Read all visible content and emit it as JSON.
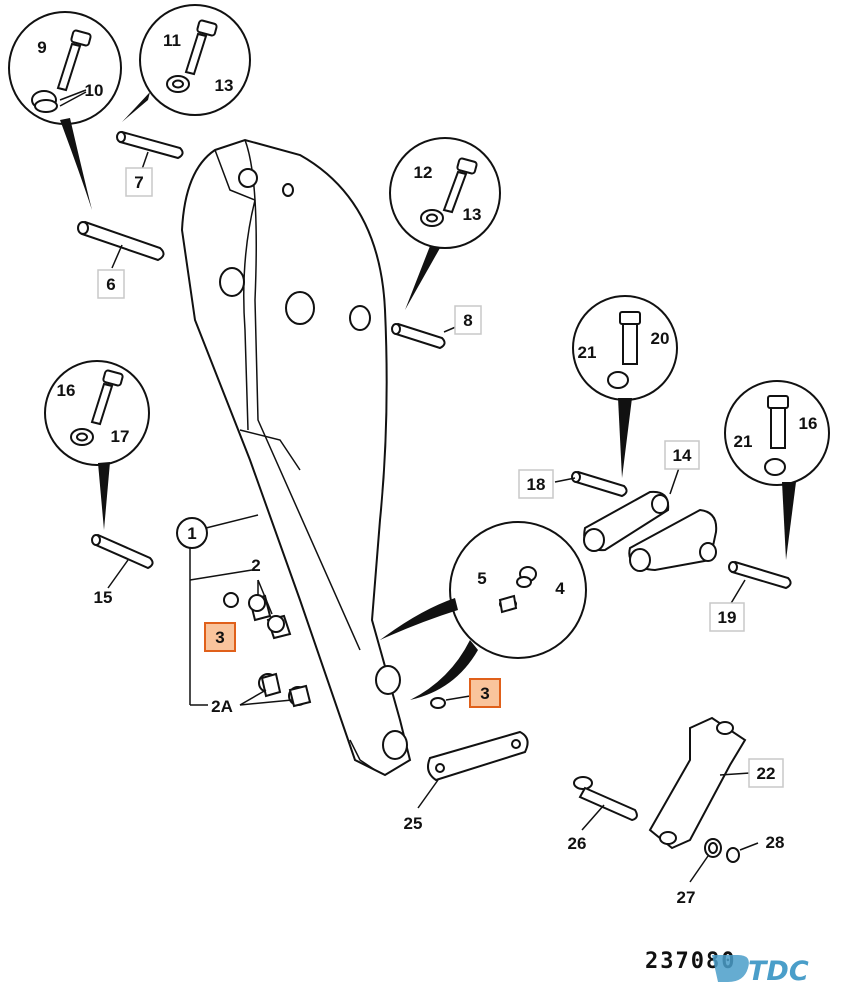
{
  "drawing_number": "237080",
  "brand": {
    "logo_text": "TDC",
    "logo_color": "#4a9ec9"
  },
  "highlight": {
    "fill": "#f9c49c",
    "stroke": "#e0601a"
  },
  "callouts": [
    {
      "id": "c-9",
      "text": "9",
      "highlighted": false
    },
    {
      "id": "c-10",
      "text": "10",
      "highlighted": false
    },
    {
      "id": "c-11",
      "text": "11",
      "highlighted": false
    },
    {
      "id": "c-13a",
      "text": "13",
      "highlighted": false
    },
    {
      "id": "c-7",
      "text": "7",
      "highlighted": false
    },
    {
      "id": "c-6",
      "text": "6",
      "highlighted": false
    },
    {
      "id": "c-12",
      "text": "12",
      "highlighted": false
    },
    {
      "id": "c-13b",
      "text": "13",
      "highlighted": false
    },
    {
      "id": "c-8",
      "text": "8",
      "highlighted": false
    },
    {
      "id": "c-20",
      "text": "20",
      "highlighted": false
    },
    {
      "id": "c-21a",
      "text": "21",
      "highlighted": false
    },
    {
      "id": "c-16a",
      "text": "16",
      "highlighted": false
    },
    {
      "id": "c-17",
      "text": "17",
      "highlighted": false
    },
    {
      "id": "c-16b",
      "text": "16",
      "highlighted": false
    },
    {
      "id": "c-21b",
      "text": "21",
      "highlighted": false
    },
    {
      "id": "c-14",
      "text": "14",
      "highlighted": false
    },
    {
      "id": "c-18",
      "text": "18",
      "highlighted": false
    },
    {
      "id": "c-1",
      "text": "1",
      "highlighted": false
    },
    {
      "id": "c-2",
      "text": "2",
      "highlighted": false
    },
    {
      "id": "c-3a",
      "text": "3",
      "highlighted": true
    },
    {
      "id": "c-15",
      "text": "15",
      "highlighted": false
    },
    {
      "id": "c-5",
      "text": "5",
      "highlighted": false
    },
    {
      "id": "c-4",
      "text": "4",
      "highlighted": false
    },
    {
      "id": "c-19",
      "text": "19",
      "highlighted": false
    },
    {
      "id": "c-3b",
      "text": "3",
      "highlighted": true
    },
    {
      "id": "c-2A",
      "text": "2A",
      "highlighted": false
    },
    {
      "id": "c-22",
      "text": "22",
      "highlighted": false
    },
    {
      "id": "c-25",
      "text": "25",
      "highlighted": false
    },
    {
      "id": "c-26",
      "text": "26",
      "highlighted": false
    },
    {
      "id": "c-28",
      "text": "28",
      "highlighted": false
    },
    {
      "id": "c-27",
      "text": "27",
      "highlighted": false
    }
  ]
}
